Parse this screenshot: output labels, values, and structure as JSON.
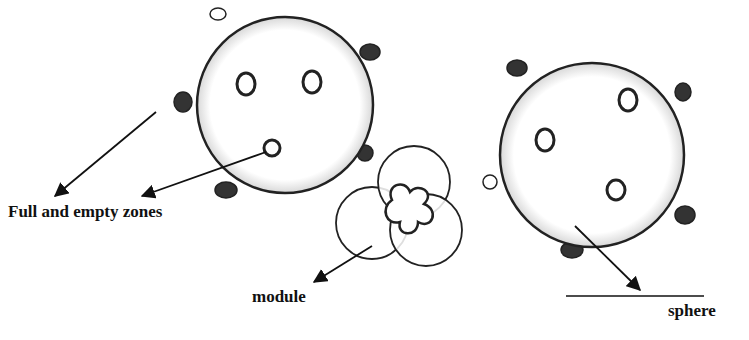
{
  "diagram": {
    "labels": [
      "Full and empty zones",
      "module",
      "sphere"
    ]
  }
}
